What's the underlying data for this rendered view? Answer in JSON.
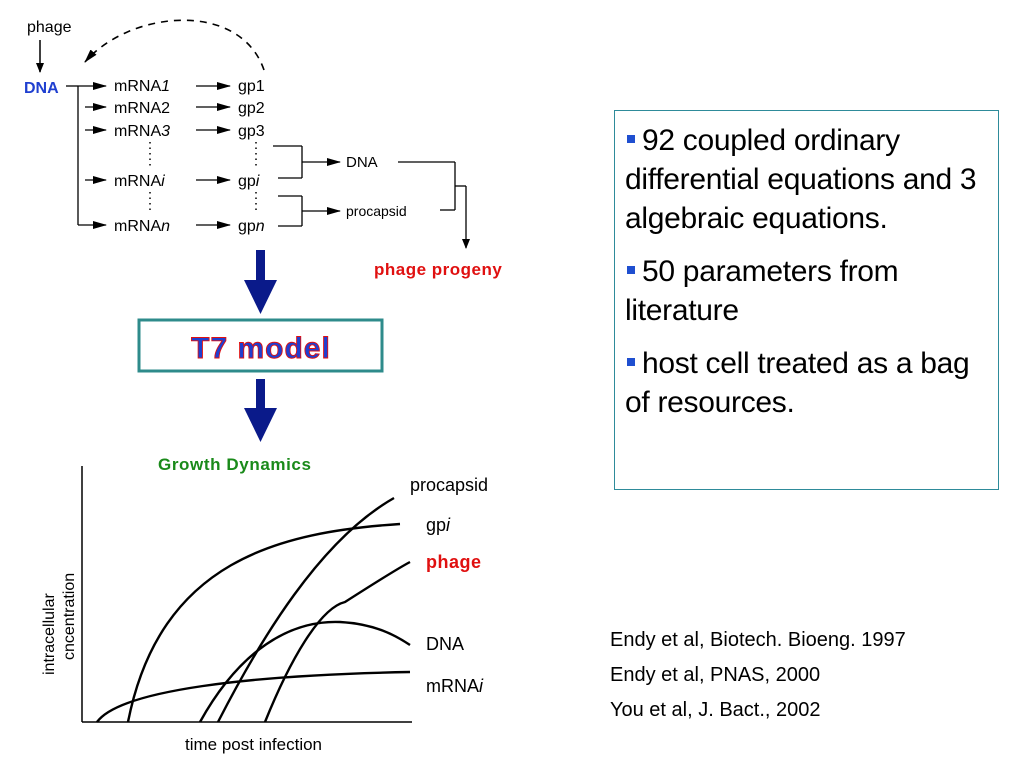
{
  "diagram": {
    "phage_label": "phage",
    "dna_label": "DNA",
    "mrna": [
      {
        "base": "mRNA",
        "suffix": "1"
      },
      {
        "base": "mRNA",
        "suffix": "2"
      },
      {
        "base": "mRNA",
        "suffix": "3"
      },
      {
        "base": "mRNA",
        "suffix": "i"
      },
      {
        "base": "mRNA",
        "suffix": "n"
      }
    ],
    "gp": [
      {
        "base": "gp",
        "suffix": "1"
      },
      {
        "base": "gp",
        "suffix": "2"
      },
      {
        "base": "gp",
        "suffix": "3"
      },
      {
        "base": "gp",
        "suffix": "i"
      },
      {
        "base": "gp",
        "suffix": "n"
      }
    ],
    "assembly_dna": "DNA",
    "assembly_procapsid": "procapsid",
    "phage_progeny": "phage progeny",
    "model_title": "T7 model",
    "growth_dynamics": "Growth Dynamics"
  },
  "growth_plot": {
    "xlabel": "time post infection",
    "ylabel_line1": "intracellular",
    "ylabel_line2": "cncentration",
    "curves": [
      {
        "label": "procapsid",
        "label_suffix": ""
      },
      {
        "label": "gp",
        "label_suffix": "i"
      },
      {
        "label": "phage",
        "label_suffix": ""
      },
      {
        "label": "DNA",
        "label_suffix": ""
      },
      {
        "label": "mRNA",
        "label_suffix": "i"
      }
    ]
  },
  "bullets": [
    "92 coupled ordinary differential equations and 3 algebraic equations.",
    "50 parameters from literature",
    "host cell treated as a bag of resources."
  ],
  "references": [
    "Endy et al, Biotech. Bioeng. 1997",
    "Endy et al, PNAS, 2000",
    "You et al, J. Bact., 2002"
  ],
  "colors": {
    "dna_blue": "#1f3fd0",
    "progeny_red": "#e01010",
    "navy_arrow": "#0a1a8a",
    "model_border": "#2e8b8b",
    "growth_green": "#1a8a1a",
    "bullet_border": "#2e8b9a"
  }
}
